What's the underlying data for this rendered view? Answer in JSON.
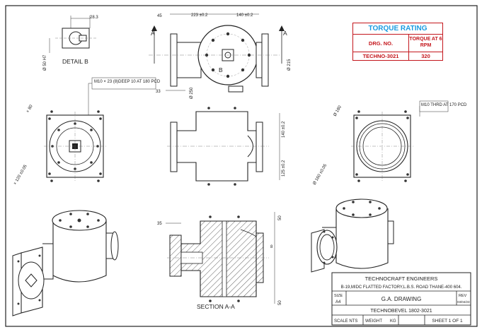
{
  "torque_table": {
    "title": "TORQUE RATING",
    "col1_header": "DRG. NO.",
    "col2_header": "TORQUE AT 6 RPM",
    "drawing_no": "TECHNO-3021",
    "torque_value": "320"
  },
  "detail_b": {
    "label": "DETAIL B",
    "dim_width": "28.3",
    "dim_bore": "Ø 50 H7"
  },
  "top_view": {
    "dim_left_flange": "45",
    "dim_center_left": "223 ±0.2",
    "dim_center_right": "140 ±0.2",
    "dim_bottom": "33",
    "dim_right_dia": "Ø 215",
    "dim_bottom_dia": "Ø 250",
    "marker_b": "B",
    "section_marker": "A"
  },
  "callouts": {
    "left_face": "M10 × 23 (8)DEEP 10 AT 180 PCD",
    "right_face": "M10 THRD AT 170 PCD"
  },
  "front_left": {
    "dim_top": "× 80",
    "dim_bottom": "× 120 ±0.05"
  },
  "front_right": {
    "dim_top": "Ø 180",
    "dim_bottom": "Ø 160 ±0.05"
  },
  "front_center": {
    "dim_upper": "140 ±0.2",
    "dim_lower": "125 ±0.2"
  },
  "section": {
    "label": "SECTION A-A",
    "dim_left": "35",
    "dim_right_top": "50",
    "dim_right_mid": "8",
    "dim_right_bottom": "50"
  },
  "title_block": {
    "company": "TECHNOCRAFT ENGINEERS",
    "address": "B-19,MIDC FLATTED FACTORY,L.B.S. ROAD THANE-400 604.",
    "size_label": "SIZE",
    "size_value": "A4",
    "title": "G.A. DRAWING",
    "rev_label": "REV",
    "rev_value": "03/04/23",
    "part_no": "TECHNOBEVEL 1802-3021",
    "scale": "SCALE  NTS",
    "weight_label": "WEIGHT",
    "weight_unit": "KG",
    "sheet": "SHEET 1 OF 1"
  }
}
